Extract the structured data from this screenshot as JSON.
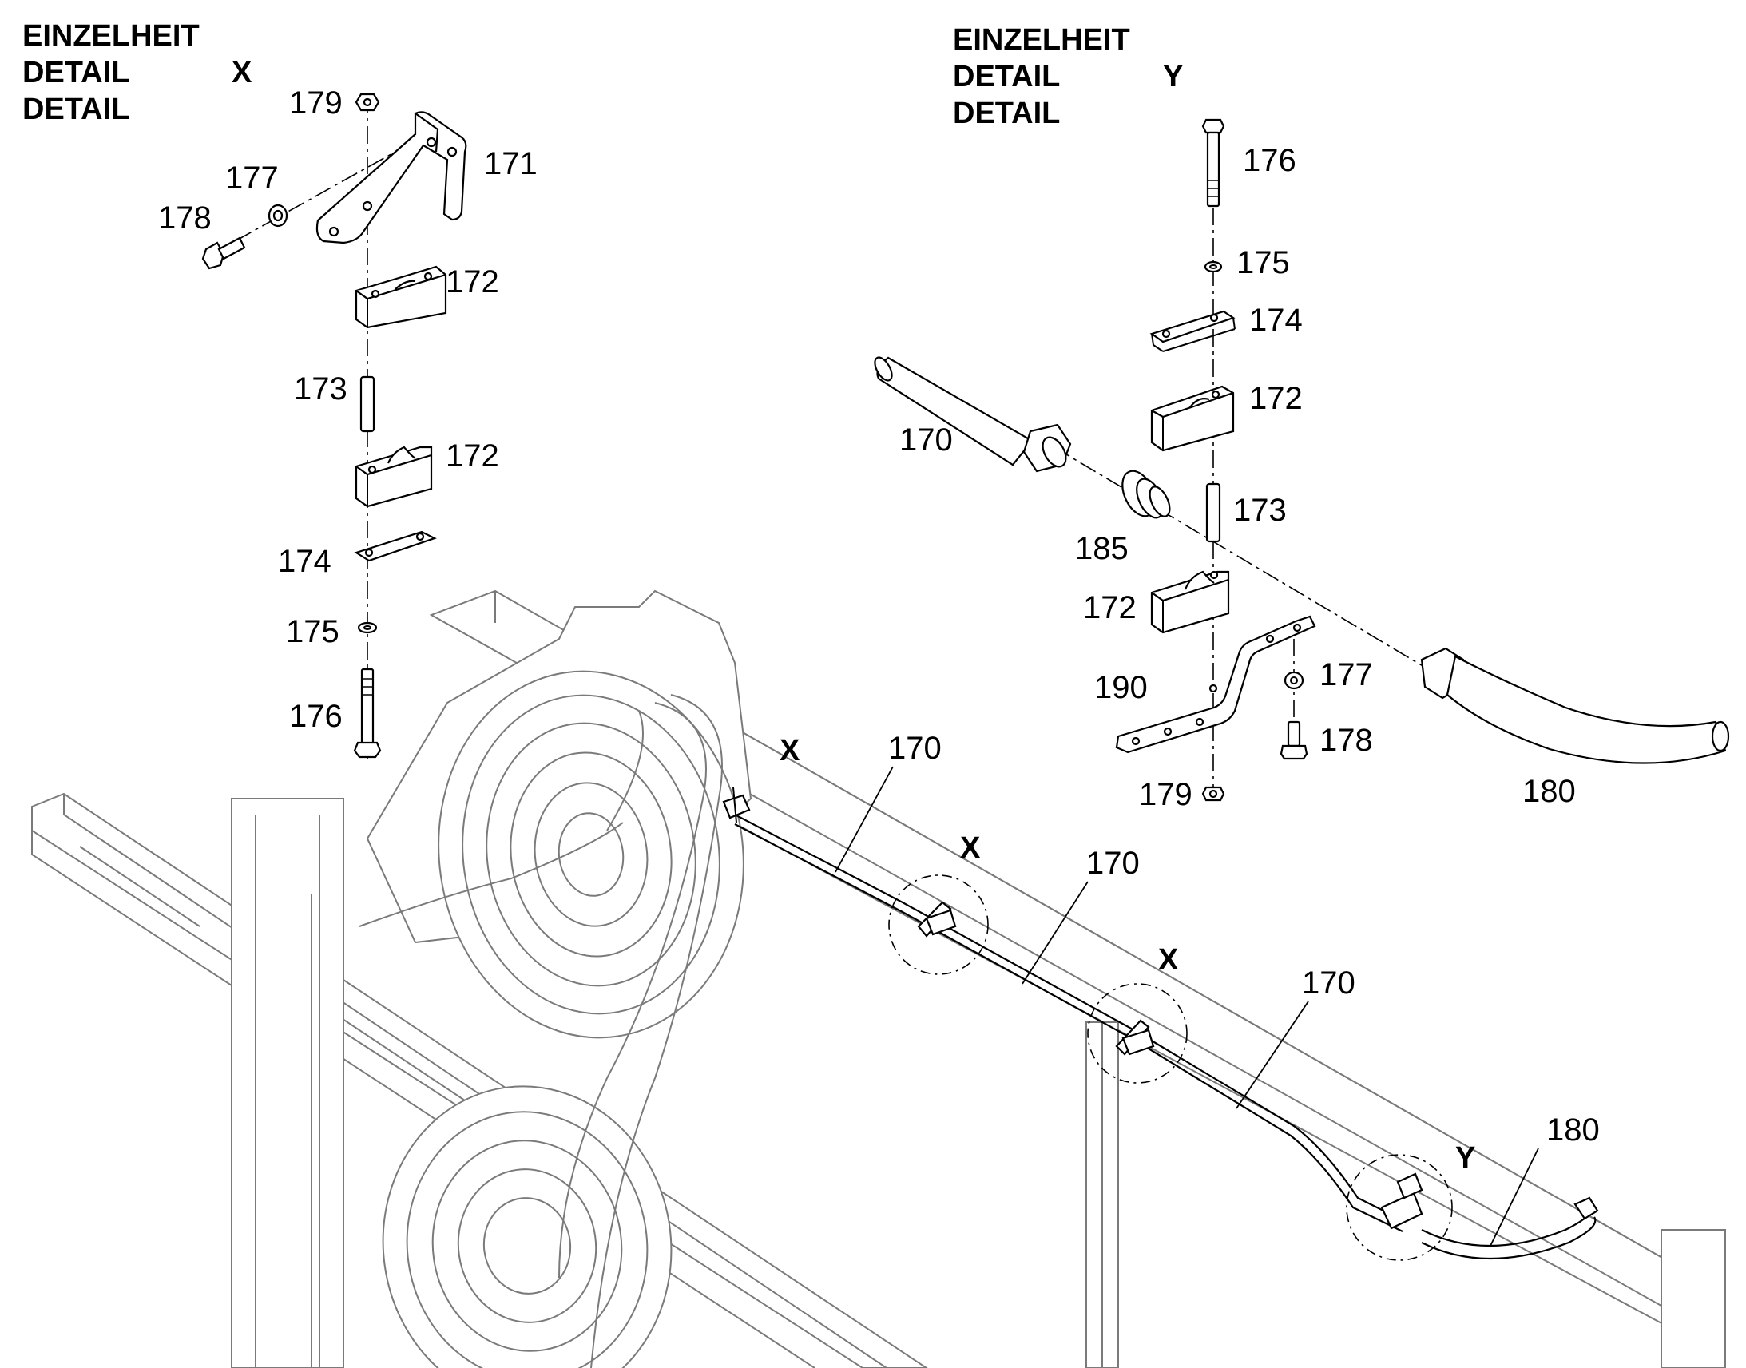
{
  "detail_x": {
    "heading": [
      "EINZELHEIT",
      "DETAIL",
      "DETAIL"
    ],
    "letter": "X",
    "callouts": [
      "179",
      "177",
      "171",
      "178",
      "172",
      "173",
      "172",
      "174",
      "175",
      "176"
    ]
  },
  "detail_y": {
    "heading": [
      "EINZELHEIT",
      "DETAIL",
      "DETAIL"
    ],
    "letter": "Y",
    "callouts": [
      "176",
      "175",
      "174",
      "172",
      "170",
      "185",
      "173",
      "172",
      "190",
      "177",
      "178",
      "179",
      "180"
    ]
  },
  "main_view": {
    "markers": [
      "X",
      "X",
      "X",
      "Y"
    ],
    "callouts": [
      "170",
      "170",
      "170",
      "180"
    ]
  }
}
